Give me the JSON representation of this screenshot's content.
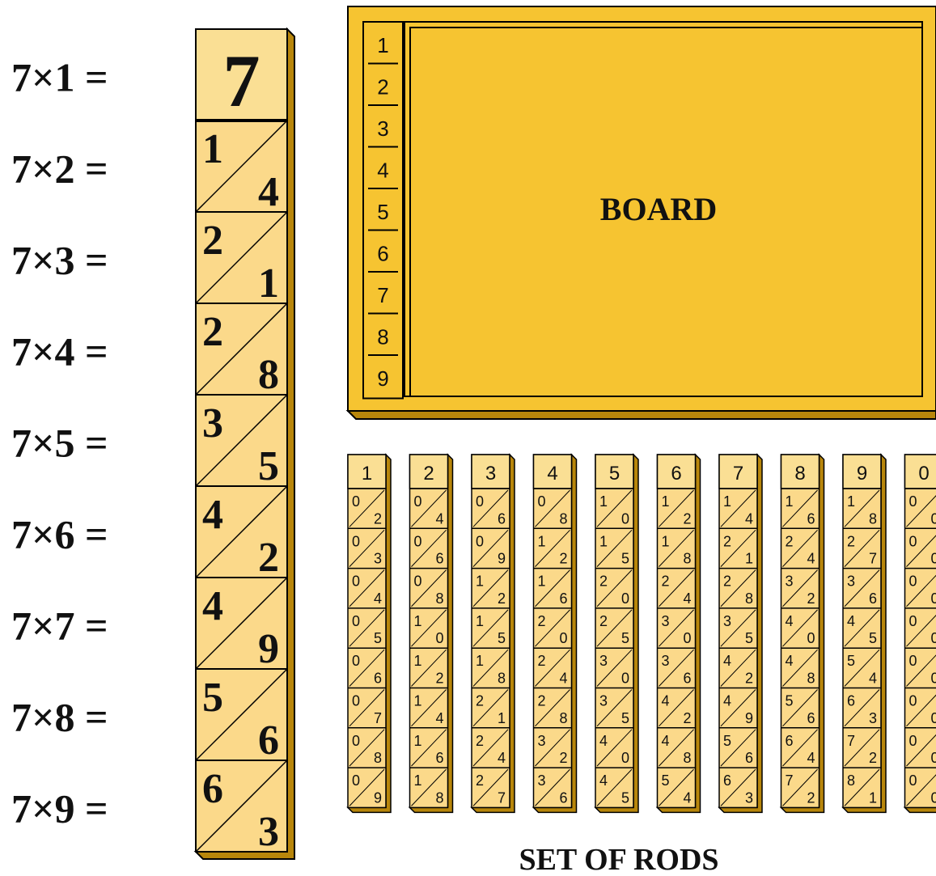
{
  "equations": [
    {
      "label": "7×1 =",
      "value": "7"
    },
    {
      "label": "7×2 =",
      "tens": "1",
      "ones": "4"
    },
    {
      "label": "7×3 =",
      "tens": "2",
      "ones": "1"
    },
    {
      "label": "7×4 =",
      "tens": "2",
      "ones": "8"
    },
    {
      "label": "7×5 =",
      "tens": "3",
      "ones": "5"
    },
    {
      "label": "7×6 =",
      "tens": "4",
      "ones": "2"
    },
    {
      "label": "7×7 =",
      "tens": "4",
      "ones": "9"
    },
    {
      "label": "7×8 =",
      "tens": "5",
      "ones": "6"
    },
    {
      "label": "7×9 =",
      "tens": "6",
      "ones": "3"
    }
  ],
  "board": {
    "title": "BOARD",
    "row_numbers": [
      "1",
      "2",
      "3",
      "4",
      "5",
      "6",
      "7",
      "8",
      "9"
    ]
  },
  "rods": {
    "title": "SET OF RODS",
    "heads": [
      "1",
      "2",
      "3",
      "4",
      "5",
      "6",
      "7",
      "8",
      "9",
      "0"
    ]
  },
  "colors": {
    "wood": "#f6c431",
    "rod_cell": "#fbd98a",
    "rod_head": "#fadf94",
    "shadow": "#b8860b",
    "outline": "#000000"
  }
}
